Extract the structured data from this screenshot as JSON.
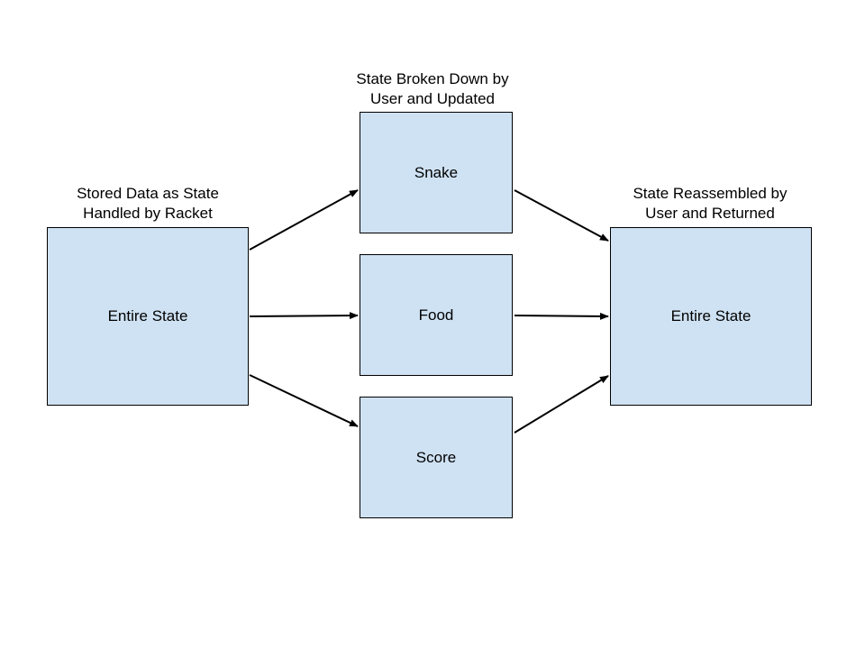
{
  "colors": {
    "box_fill": "#cfe2f3",
    "stroke": "#000000"
  },
  "captions": {
    "stored": [
      "Stored Data as State",
      "Handled by Racket"
    ],
    "broken": [
      "State Broken Down by",
      "User and Updated"
    ],
    "reassembled": [
      "State Reassembled by",
      "User and Returned"
    ]
  },
  "nodes": {
    "entire_state_left": "Entire State",
    "snake": "Snake",
    "food": "Food",
    "score": "Score",
    "entire_state_right": "Entire State"
  },
  "edges": [
    {
      "from": "entire_state_left",
      "to": "snake"
    },
    {
      "from": "entire_state_left",
      "to": "food"
    },
    {
      "from": "entire_state_left",
      "to": "score"
    },
    {
      "from": "snake",
      "to": "entire_state_right"
    },
    {
      "from": "food",
      "to": "entire_state_right"
    },
    {
      "from": "score",
      "to": "entire_state_right"
    }
  ]
}
